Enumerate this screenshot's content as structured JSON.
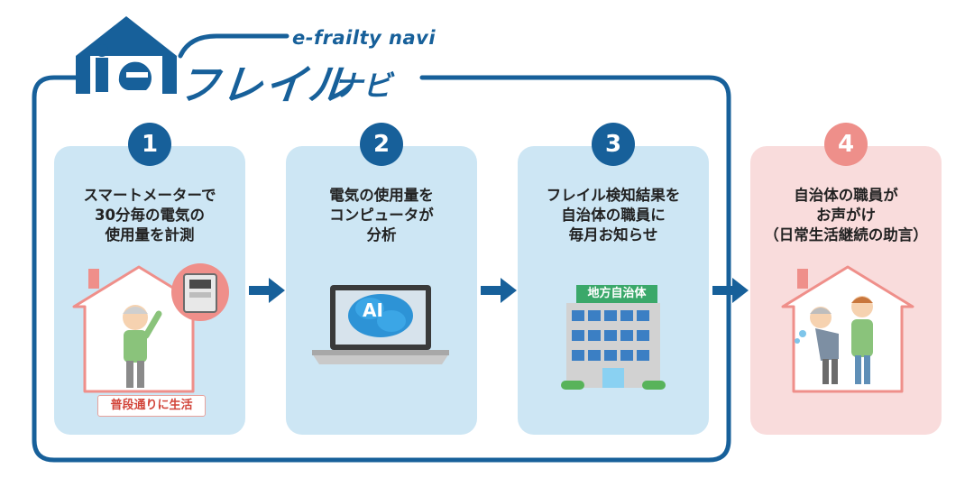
{
  "brand": {
    "en_name": "e-frailty navi",
    "jp_name": "フレイル",
    "jp_name_small": "ナビ",
    "logo_letters": "ie"
  },
  "colors": {
    "brand_blue": "#17609a",
    "panel_blue": "#cde6f4",
    "panel_pink": "#f9dcdc",
    "accent_pink": "#ee8f8a",
    "arrow_blue": "#17609a"
  },
  "steps": [
    {
      "number": "1",
      "caption": "スマートメーターで\n30分毎の電気の\n使用量を計測",
      "badge": "普段通りに生活"
    },
    {
      "number": "2",
      "caption": "電気の使用量を\nコンピュータが\n分析",
      "screen_label": "AI"
    },
    {
      "number": "3",
      "caption": "フレイル検知結果を\n自治体の職員に\n毎月お知らせ",
      "sign": "地方自治体"
    },
    {
      "number": "4",
      "caption": "自治体の職員が\nお声がけ\n（日常生活継続の助言）"
    }
  ]
}
